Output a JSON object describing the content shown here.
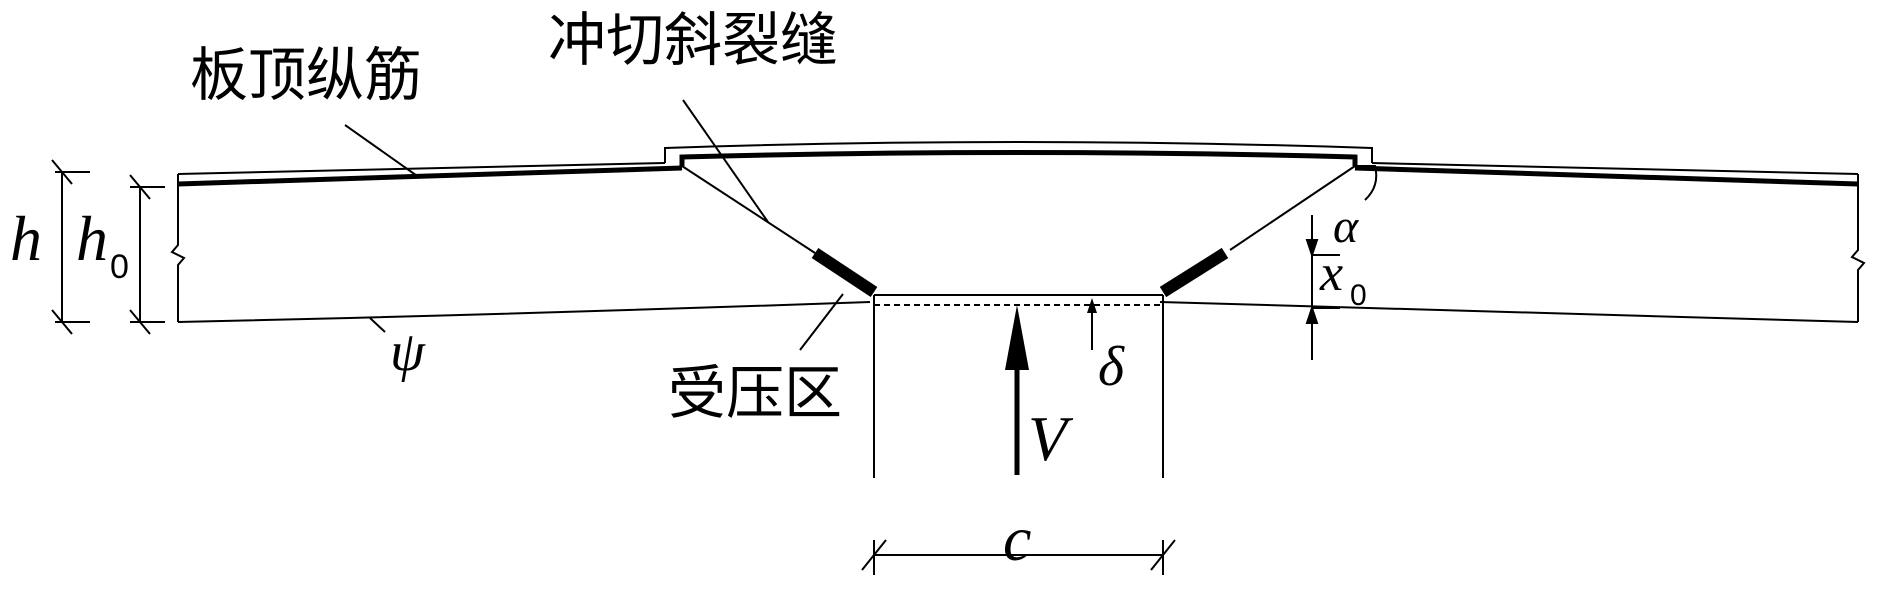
{
  "labels": {
    "top_rebar": "板顶纵筋",
    "punching_crack": "冲切斜裂缝",
    "compression_zone": "受压区",
    "h": "h",
    "h0_main": "h",
    "h0_sub": "0",
    "alpha": "α",
    "x0_main": "x",
    "x0_sub": "0",
    "psi": "ψ",
    "delta": "δ",
    "V": "V",
    "c": "c"
  }
}
